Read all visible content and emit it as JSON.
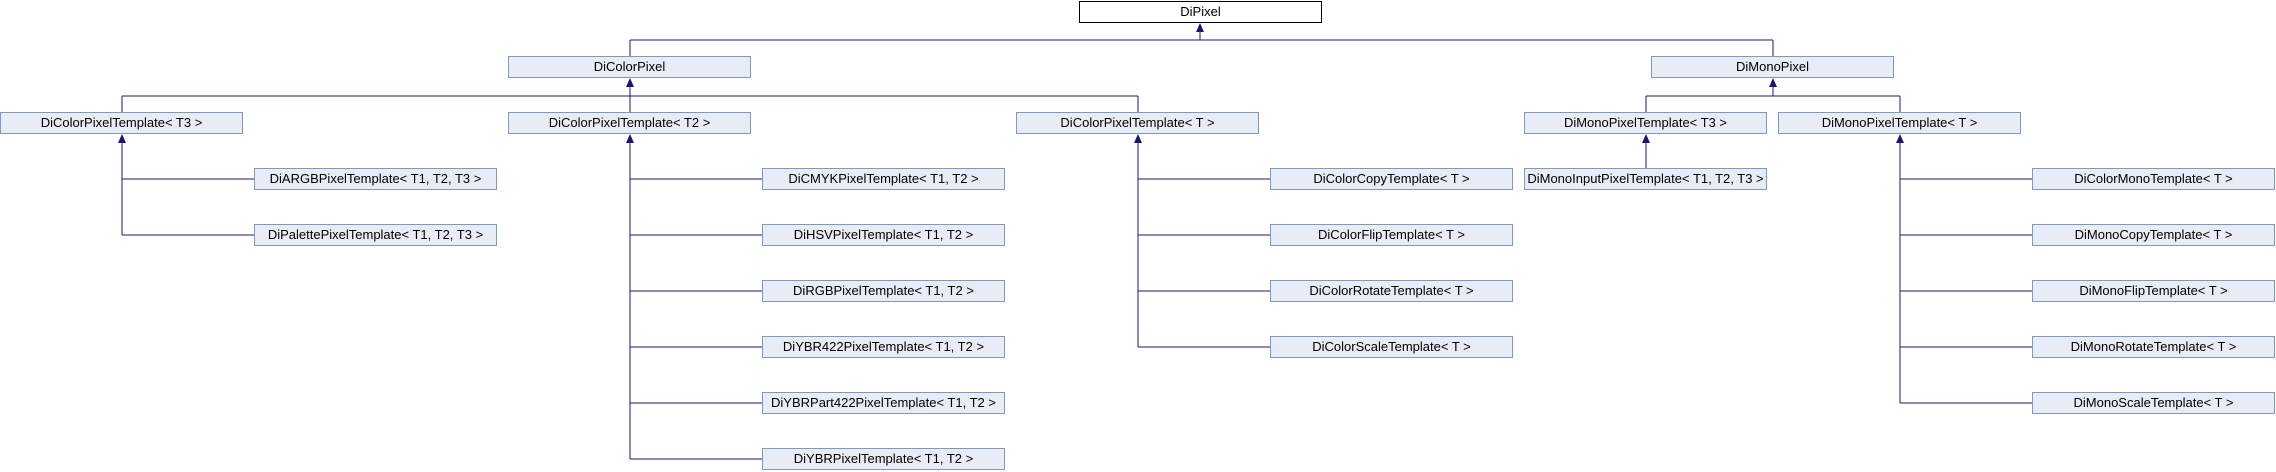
{
  "diagram": {
    "colors": {
      "edge": "#191970",
      "box_fill": "#e8ecf6",
      "box_border": "#8596bd",
      "root_border": "#000000"
    },
    "nodes": {
      "dipixel": "DiPixel",
      "dicolorpixel": "DiColorPixel",
      "dimonopixel": "DiMonoPixel",
      "dicolorpixeltemplate_t3": "DiColorPixelTemplate< T3 >",
      "dicolorpixeltemplate_t2": "DiColorPixelTemplate< T2 >",
      "dicolorpixeltemplate_t": "DiColorPixelTemplate< T >",
      "dimonopixeltemplate_t3": "DiMonoPixelTemplate< T3 >",
      "dimonopixeltemplate_t": "DiMonoPixelTemplate< T >",
      "diargbpixeltemplate": "DiARGBPixelTemplate< T1, T2, T3 >",
      "dipalettepixeltemplate": "DiPalettePixelTemplate< T1, T2, T3 >",
      "dicmykpixeltemplate": "DiCMYKPixelTemplate< T1, T2 >",
      "dihsvpixeltemplate": "DiHSVPixelTemplate< T1, T2 >",
      "dirgbpixeltemplate": "DiRGBPixelTemplate< T1, T2 >",
      "diybr422pixeltemplate": "DiYBR422PixelTemplate< T1, T2 >",
      "diybrpart422pixeltemplate": "DiYBRPart422PixelTemplate< T1, T2 >",
      "diybrpixeltemplate": "DiYBRPixelTemplate< T1, T2 >",
      "dicolorcopytemplate": "DiColorCopyTemplate< T >",
      "dicolorfliptemplate": "DiColorFlipTemplate< T >",
      "dicolorrotatetemplate": "DiColorRotateTemplate< T >",
      "dicolorscaletemplate": "DiColorScaleTemplate< T >",
      "dimonoinputpixeltemplate": "DiMonoInputPixelTemplate< T1, T2, T3 >",
      "dicolormonotemplate": "DiColorMonoTemplate< T >",
      "dimonocopytemplate": "DiMonoCopyTemplate< T >",
      "dimonofliptemplate": "DiMonoFlipTemplate< T >",
      "dimonorotatetemplate": "DiMonoRotateTemplate< T >",
      "dimonoscaletemplate": "DiMonoScaleTemplate< T >"
    }
  }
}
